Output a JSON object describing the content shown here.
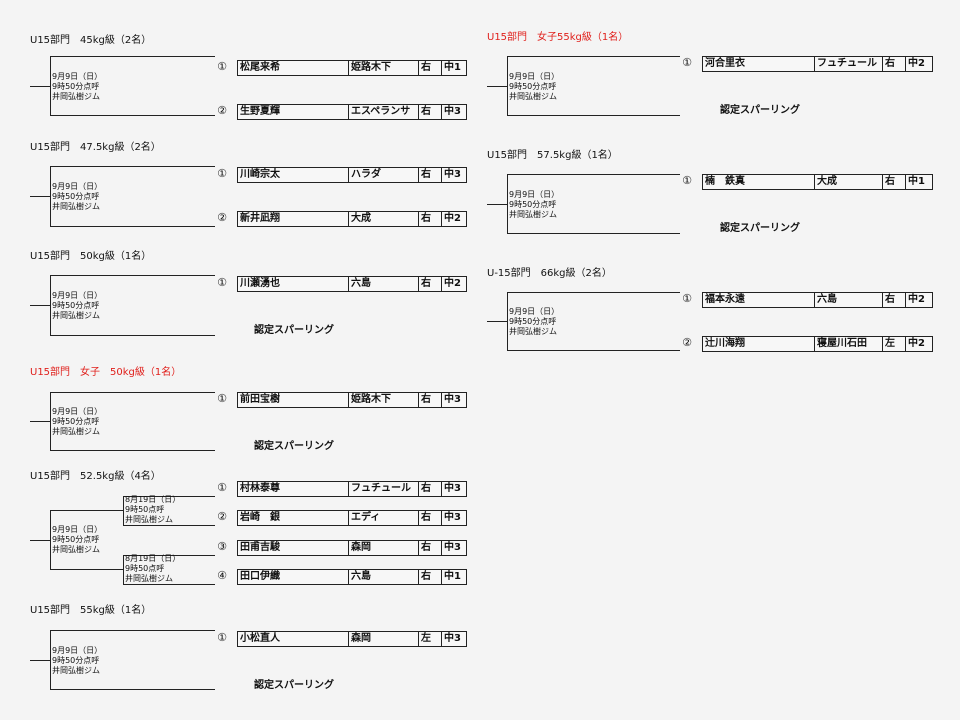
{
  "divisions": [
    {
      "title": "U15部門　45kg級（2名）",
      "red": false,
      "info": [
        "9月9日（日）",
        "9時50分点呼",
        "井岡弘樹ジム"
      ],
      "entries": [
        {
          "no": "①",
          "name": "松尾来希",
          "club": "姫路木下",
          "hand": "右",
          "grade": "中1"
        },
        {
          "no": "②",
          "name": "生野夏輝",
          "club": "エスペランサ",
          "hand": "右",
          "grade": "中3"
        }
      ]
    },
    {
      "title": "U15部門　47.5kg級（2名）",
      "red": false,
      "info": [
        "9月9日（日）",
        "9時50分点呼",
        "井岡弘樹ジム"
      ],
      "entries": [
        {
          "no": "①",
          "name": "川崎宗太",
          "club": "ハラダ",
          "hand": "右",
          "grade": "中3"
        },
        {
          "no": "②",
          "name": "新井凪翔",
          "club": "大成",
          "hand": "右",
          "grade": "中2"
        }
      ]
    },
    {
      "title": "U15部門　50kg級（1名）",
      "red": false,
      "info": [
        "9月9日（日）",
        "9時50分点呼",
        "井岡弘樹ジム"
      ],
      "entries": [
        {
          "no": "①",
          "name": "川瀬湧也",
          "club": "六島",
          "hand": "右",
          "grade": "中2"
        }
      ],
      "note": "認定スパーリング"
    },
    {
      "title": "U15部門　女子　50kg級（1名）",
      "red": true,
      "info": [
        "9月9日（日）",
        "9時50分点呼",
        "井岡弘樹ジム"
      ],
      "entries": [
        {
          "no": "①",
          "name": "前田宝樹",
          "club": "姫路木下",
          "hand": "右",
          "grade": "中3"
        }
      ],
      "note": "認定スパーリング"
    },
    {
      "title": "U15部門　52.5kg級（4名）",
      "red": false,
      "info": [
        "9月9日（日）",
        "9時50分点呼",
        "井岡弘樹ジム"
      ],
      "sub_info": [
        [
          "8月19日（日）",
          "9時50点呼",
          "井岡弘樹ジム"
        ],
        [
          "8月19日（日）",
          "9時50点呼",
          "井岡弘樹ジム"
        ]
      ],
      "entries": [
        {
          "no": "①",
          "name": "村林泰尊",
          "club": "フュチュール",
          "hand": "右",
          "grade": "中3"
        },
        {
          "no": "②",
          "name": "岩崎　銀",
          "club": "エディ",
          "hand": "右",
          "grade": "中3"
        },
        {
          "no": "③",
          "name": "田甫吉駿",
          "club": "森岡",
          "hand": "右",
          "grade": "中3"
        },
        {
          "no": "④",
          "name": "田口伊織",
          "club": "六島",
          "hand": "右",
          "grade": "中1"
        }
      ]
    },
    {
      "title": "U15部門　55kg級（1名）",
      "red": false,
      "info": [
        "9月9日（日）",
        "9時50分点呼",
        "井岡弘樹ジム"
      ],
      "entries": [
        {
          "no": "①",
          "name": "小松直人",
          "club": "森岡",
          "hand": "左",
          "grade": "中3"
        }
      ],
      "note": "認定スパーリング"
    },
    {
      "title": "U15部門　女子55kg級（1名）",
      "red": true,
      "info": [
        "9月9日（日）",
        "9時50分点呼",
        "井岡弘樹ジム"
      ],
      "entries": [
        {
          "no": "①",
          "name": "河合里衣",
          "club": "フュチュール",
          "hand": "右",
          "grade": "中2"
        }
      ],
      "note": "認定スパーリング"
    },
    {
      "title": "U15部門　57.5kg級（1名）",
      "red": false,
      "info": [
        "9月9日（日）",
        "9時50分点呼",
        "井岡弘樹ジム"
      ],
      "entries": [
        {
          "no": "①",
          "name": "楠　鉄真",
          "club": "大成",
          "hand": "右",
          "grade": "中1"
        }
      ],
      "note": "認定スパーリング"
    },
    {
      "title": "U-15部門　66kg級（2名）",
      "red": false,
      "info": [
        "9月9日（日）",
        "9時50分点呼",
        "井岡弘樹ジム"
      ],
      "entries": [
        {
          "no": "①",
          "name": "福本永遠",
          "club": "六島",
          "hand": "右",
          "grade": "中2"
        },
        {
          "no": "②",
          "name": "辻川海翔",
          "club": "寝屋川石田",
          "hand": "左",
          "grade": "中2"
        }
      ]
    }
  ]
}
